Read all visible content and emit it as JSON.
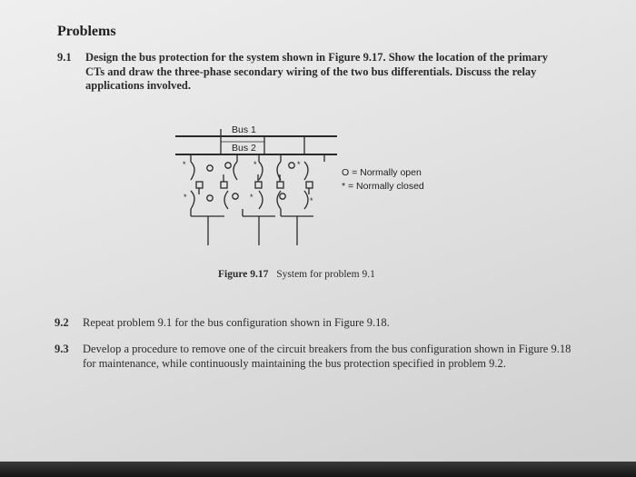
{
  "heading": "Problems",
  "problems": [
    {
      "number": "9.1",
      "text": "Design the bus protection for the system shown in Figure 9.17. Show the location of the primary CTs and draw the three-phase secondary wiring of the two bus differentials. Discuss the relay applications involved."
    },
    {
      "number": "9.2",
      "text": "Repeat problem 9.1 for the bus configuration shown in Figure 9.18."
    },
    {
      "number": "9.3",
      "text": "Develop a procedure to remove one of the circuit breakers from the bus configuration shown in Figure 9.18 for maintenance, while continuously maintaining the bus protection specified in problem 9.2."
    }
  ],
  "figure": {
    "bus1_label": "Bus 1",
    "bus2_label": "Bus 2",
    "legend_open": "O = Normally open",
    "legend_closed": "* = Normally closed",
    "caption_number": "Figure 9.17",
    "caption_text": "System for problem 9.1"
  }
}
